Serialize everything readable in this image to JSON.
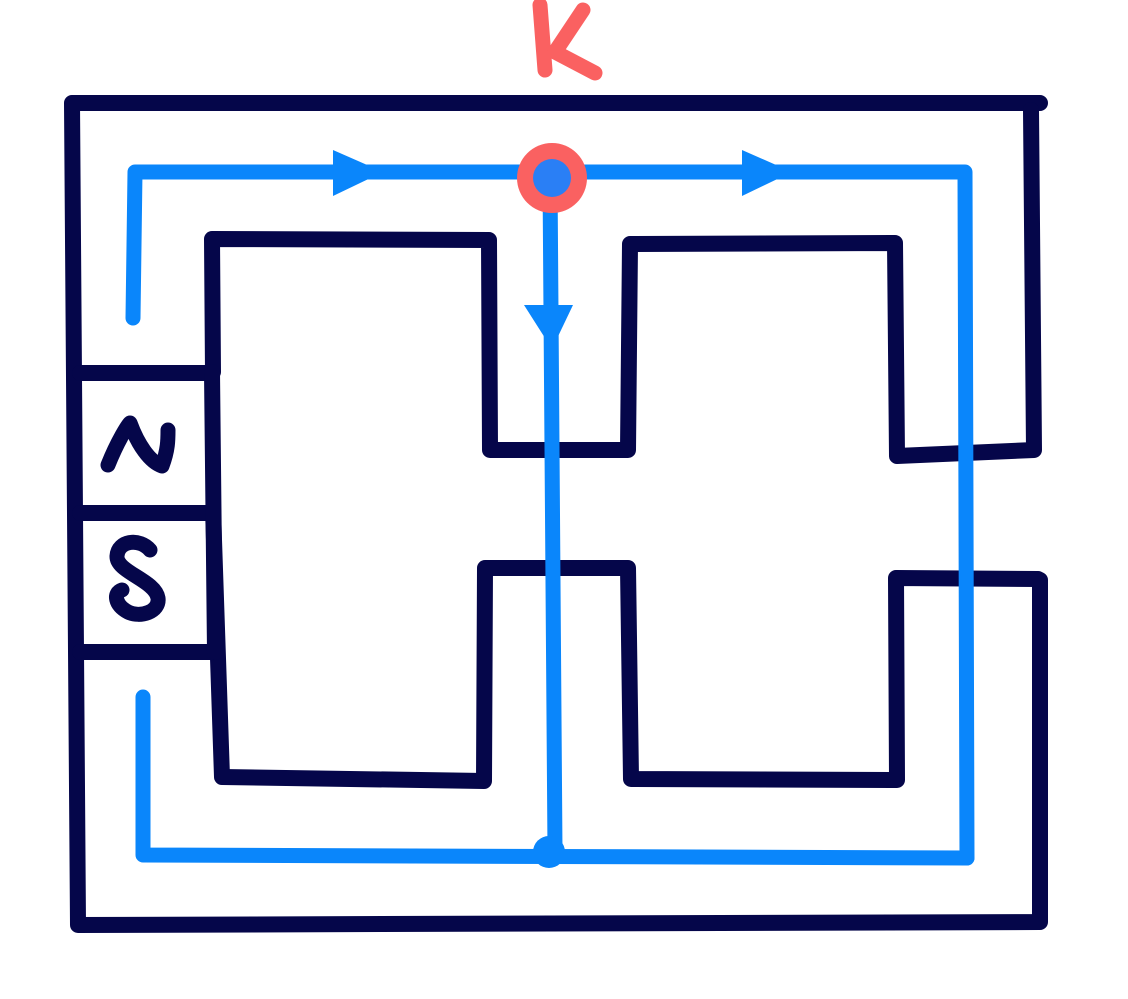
{
  "labels": {
    "point": "K",
    "magnet_north": "N",
    "magnet_south": "S"
  },
  "colors": {
    "core": "#05064a",
    "flux": "#0a86fb",
    "point_ring": "#fa6161",
    "point_fill": "#2a7ff5",
    "background": "#ffffff"
  },
  "icons": {
    "flux_direction": "arrowhead"
  }
}
